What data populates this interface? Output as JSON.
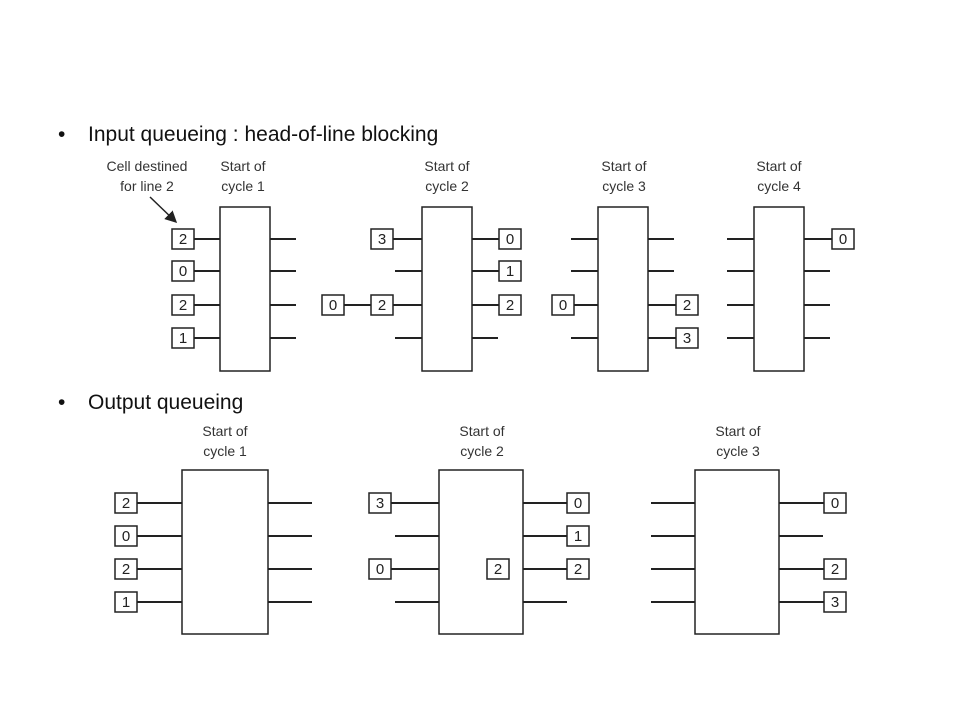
{
  "bullets": [
    {
      "marker": "•",
      "text": "Input queueing : head-of-line blocking"
    },
    {
      "marker": "•",
      "text": "Output queueing"
    }
  ],
  "input_queueing": {
    "annotation": "Cell destined\nfor line 2",
    "cycles": [
      {
        "label": "Start of\ncycle 1",
        "inputs": [
          "2",
          "0",
          "2",
          "1"
        ],
        "extra_inputs": [
          "",
          "",
          "",
          ""
        ],
        "outputs": [
          "",
          "",
          "",
          ""
        ]
      },
      {
        "label": "Start of\ncycle 2",
        "inputs": [
          "3",
          "",
          "2",
          ""
        ],
        "extra_inputs": [
          "",
          "",
          "0",
          ""
        ],
        "outputs": [
          "0",
          "1",
          "2",
          ""
        ]
      },
      {
        "label": "Start of\ncycle 3",
        "inputs": [
          "",
          "",
          "",
          ""
        ],
        "extra_inputs": [
          "",
          "",
          "0",
          ""
        ],
        "outputs": [
          "",
          "",
          "2",
          "3"
        ]
      },
      {
        "label": "Start of\ncycle 4",
        "inputs": [
          "",
          "",
          "",
          ""
        ],
        "extra_inputs": [
          "",
          "",
          "",
          ""
        ],
        "outputs": [
          "0",
          "",
          "",
          ""
        ]
      }
    ]
  },
  "output_queueing": {
    "cycles": [
      {
        "label": "Start of\ncycle 1",
        "inputs": [
          "2",
          "0",
          "2",
          "1"
        ],
        "outputs": [
          [],
          [],
          [],
          []
        ]
      },
      {
        "label": "Start of\ncycle 2",
        "inputs": [
          "3",
          "",
          "0",
          ""
        ],
        "outputs": [
          [
            "0"
          ],
          [
            "1"
          ],
          [
            "2",
            "2"
          ],
          []
        ]
      },
      {
        "label": "Start of\ncycle 3",
        "inputs": [
          "",
          "",
          "",
          ""
        ],
        "outputs": [
          [
            "0"
          ],
          [],
          [
            "2"
          ],
          [
            "3"
          ]
        ]
      }
    ]
  }
}
